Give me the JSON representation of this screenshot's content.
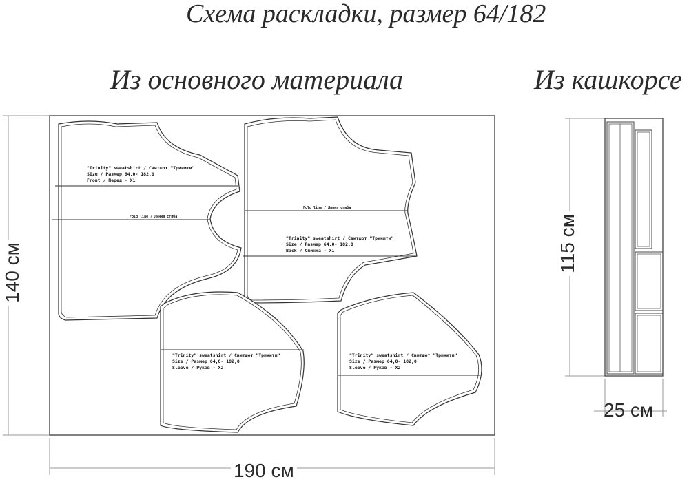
{
  "title": "Схема раскладки, размер 64/182",
  "sections": {
    "main_fabric": "Из основного материала",
    "cashcorse": "Из кашкорсе"
  },
  "dimensions": {
    "main_width": "190 см",
    "main_height": "140 см",
    "cashcorse_height": "115 см",
    "cashcorse_width": "25 см"
  },
  "pieces": {
    "front": {
      "line1": "\"Trinity\" sweatshirt / Свитшот \"Тринити\"",
      "line2": "Size / Размер  64,0- 182,0",
      "line3": "Front / Перед - X1",
      "fold": "Fold line / Линия сгиба"
    },
    "back": {
      "line1": "\"Trinity\" sweatshirt / Свитшот \"Тринити\"",
      "line2": "Size / Размер  64,0- 182,0",
      "line3": "Back / Спинка - X1",
      "fold": "Fold line / Линия сгиба"
    },
    "sleeve1": {
      "line1": "\"Trinity\" sweatshirt / Свитшот \"Тринити\"",
      "line2": "Size / Размер  64,0- 182,0",
      "line3": "Sleeve / Рукав - X2"
    },
    "sleeve2": {
      "line1": "\"Trinity\" sweatshirt / Свитшот \"Тринити\"",
      "line2": "Size / Размер  64,0- 182,0",
      "line3": "Sleeve / Рукав - X2"
    }
  }
}
